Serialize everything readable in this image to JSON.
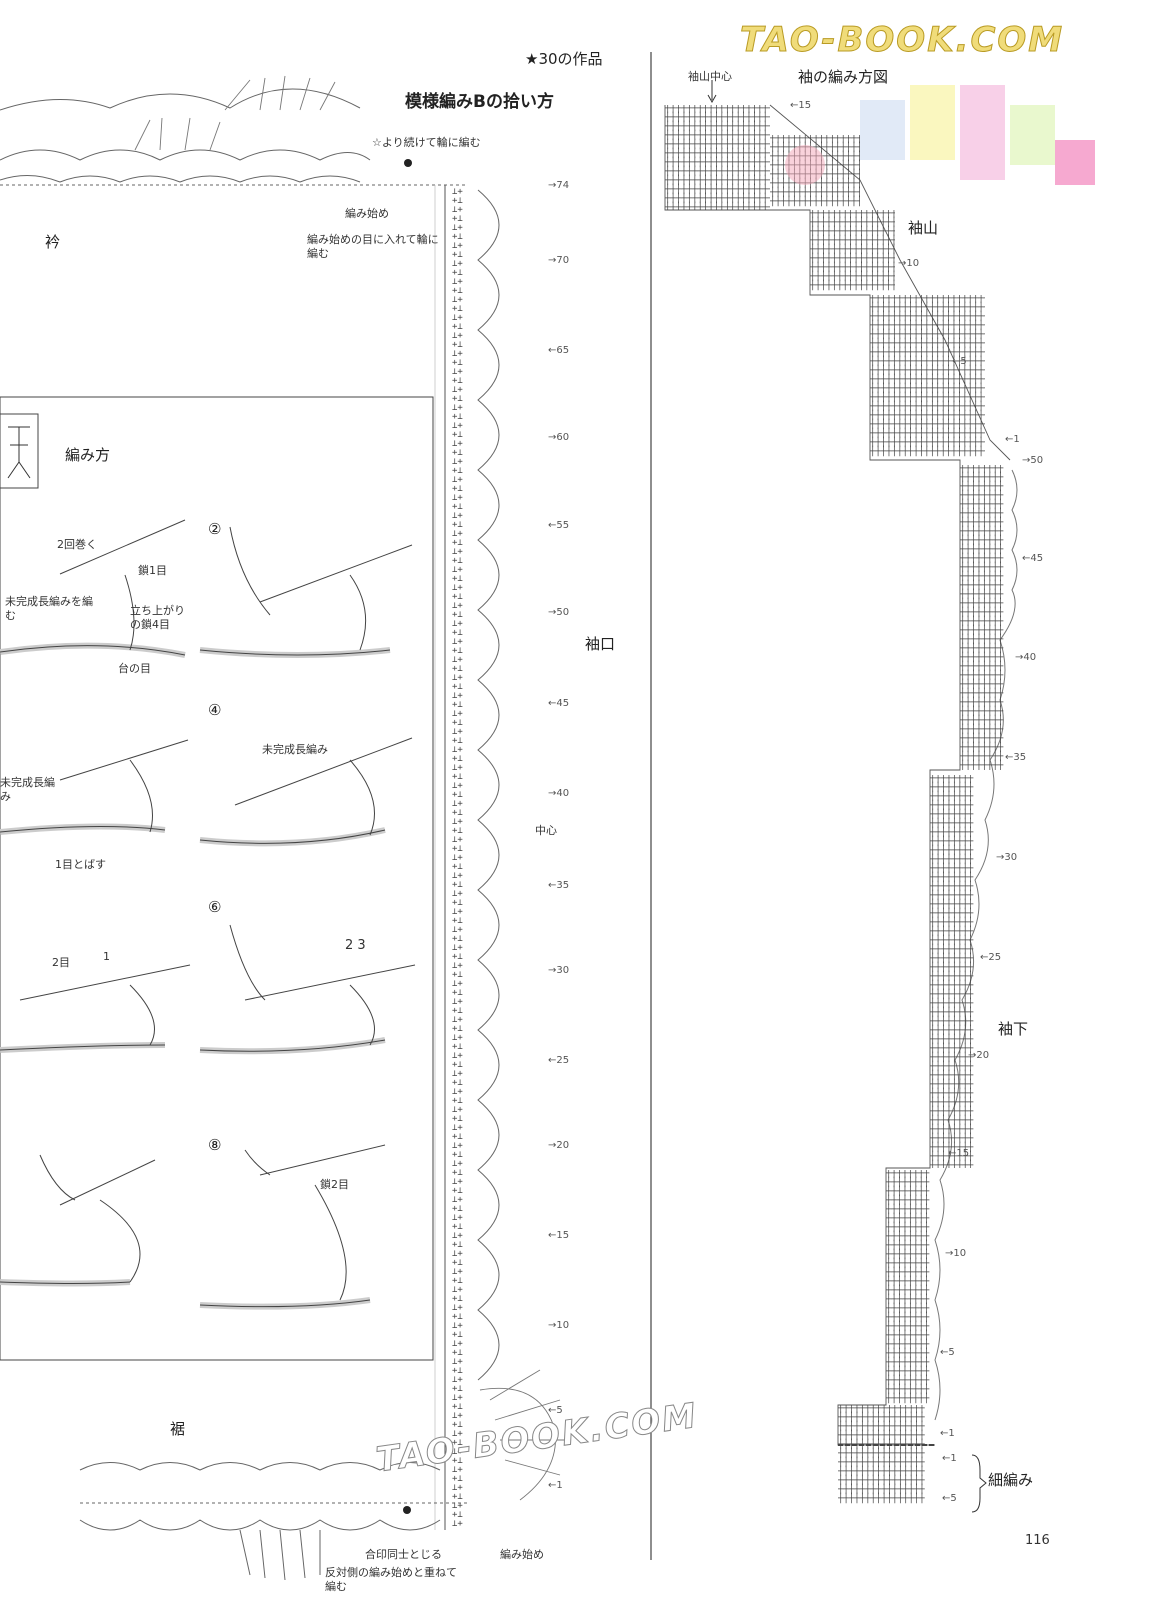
{
  "header": {
    "work_ref": "★30の作品"
  },
  "left": {
    "title": "模様編みBの拾い方",
    "collar_note": "☆より続けて輪に編む",
    "collar_label": "衿",
    "start_label": "編み始め",
    "start_ring_note": "編み始めの目に入れて輪に編む",
    "cuff_label": "袖口",
    "center_label": "中心",
    "hem_label": "裾",
    "join_note": "合印同士とじる",
    "opposite_note": "反対側の編み始めと重ねて編む",
    "hem_start": "編み始め",
    "row_marks": [
      "74",
      "70",
      "65",
      "60",
      "55",
      "50",
      "45",
      "40",
      "35",
      "30",
      "25",
      "20",
      "15",
      "10",
      "5",
      "1"
    ]
  },
  "howto": {
    "title": "編み方",
    "steps": [
      "2",
      "4",
      "6",
      "8"
    ],
    "labels": {
      "s1_wrap": "2回巻く",
      "s1_ch1": "鎖1目",
      "s1_unfinished": "未完成長編みを編む",
      "s1_standup": "立ち上がりの鎖4目",
      "s1_base": "台の目",
      "s3_unfinished": "未完成長編み",
      "s3_skip": "1目とばす",
      "s4_unfinished": "未完成長編み",
      "s5_second": "2目",
      "s5_arrow": "1",
      "s6_arrows": "2 3",
      "s8_ch2": "鎖2目"
    }
  },
  "right": {
    "title": "袖の編み方図",
    "sleeve_center": "袖山中心",
    "cap_label": "袖山",
    "underarm_label": "袖下",
    "sc_label": "細編み",
    "row_marks": [
      "15",
      "10",
      "5",
      "1",
      "50",
      "45",
      "40",
      "35",
      "30",
      "25",
      "20",
      "15",
      "10",
      "5",
      "1"
    ],
    "sc_rows": [
      "1",
      "5"
    ]
  },
  "footer": {
    "page_number": "116"
  },
  "watermarks": {
    "top": "TAO-BOOK.COM",
    "bottom": "TAO-BOOK.COM"
  }
}
